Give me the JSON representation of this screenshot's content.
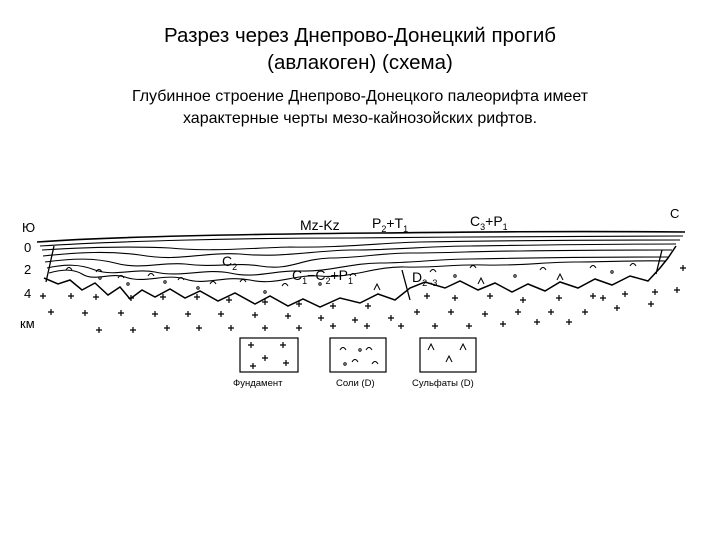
{
  "slide": {
    "title_line1": "Разрез через Днепрово-Донецкий прогиб",
    "title_line2": "(авлакоген) (схема)",
    "subtitle_line1": "Глубинное строение Днепрово-Донецкого палеорифта имеет",
    "subtitle_line2": "характерные черты мезо-кайнозойских рифтов."
  },
  "section": {
    "direction_left": "Ю",
    "direction_right": "С",
    "depth_ticks": [
      "0",
      "2",
      "4"
    ],
    "depth_unit": "км",
    "layers": {
      "mz_kz": "Mz-Kz",
      "p2": "P",
      "p2_sub": "2",
      "t1": "T",
      "t1_sub": "1",
      "c3": "C",
      "c3_sub": "3",
      "p1_top": "P",
      "p1_top_sub": "1",
      "c2": "C",
      "c2_sub": "2",
      "c1": "C",
      "c1_sub": "1",
      "c2b": "C",
      "c2b_sub": "2",
      "p1b": "P",
      "p1b_sub": "1",
      "d23": "D",
      "d23_sub": "2−3"
    }
  },
  "legend": {
    "foundation": "Фундамент",
    "salts": "Соли (D)",
    "sulfates": "Сульфаты (D)"
  }
}
